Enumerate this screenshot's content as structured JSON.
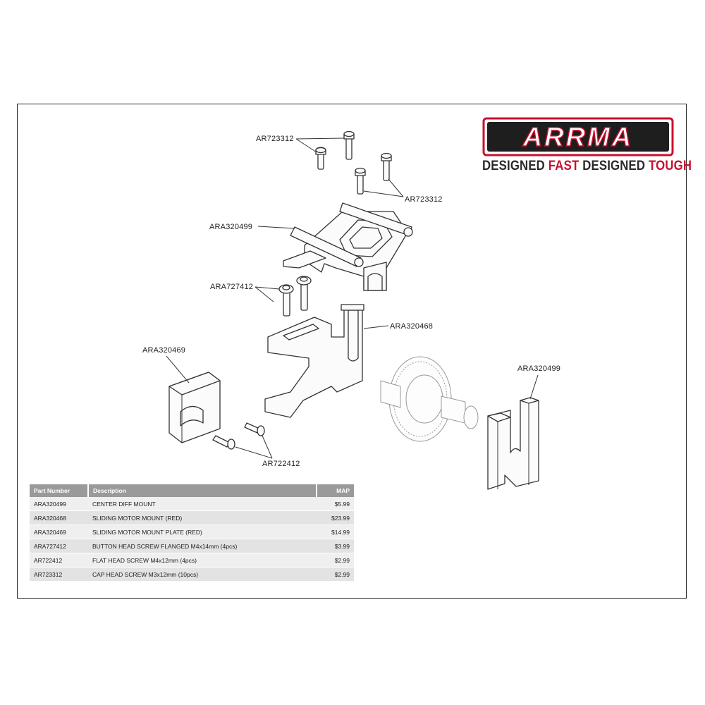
{
  "brand": {
    "logo_text": "ARRMA",
    "tagline": [
      "DESIGNED",
      "FAST",
      "DESIGNED",
      "TOUGH"
    ],
    "colors": {
      "red": "#c8102e",
      "dark": "#2a2a2a"
    }
  },
  "callouts": {
    "screws_cap_top": "AR723312",
    "screws_cap_right": "AR723312",
    "center_diff_mount_top": "ARA320499",
    "button_screws": "ARA727412",
    "sliding_motor_mount": "ARA320468",
    "mount_plate": "ARA320469",
    "flat_screws": "AR722412",
    "center_diff_mount_right": "ARA320499"
  },
  "table": {
    "headers": [
      "Part Number",
      "Description",
      "MAP"
    ],
    "rows": [
      {
        "part": "ARA320499",
        "desc": "CENTER DIFF MOUNT",
        "map": "$5.99"
      },
      {
        "part": "ARA320468",
        "desc": "SLIDING MOTOR MOUNT (RED)",
        "map": "$23.99"
      },
      {
        "part": "ARA320469",
        "desc": "SLIDING MOTOR MOUNT PLATE (RED)",
        "map": "$14.99"
      },
      {
        "part": "ARA727412",
        "desc": "BUTTON HEAD SCREW FLANGED M4x14mm (4pcs)",
        "map": "$3.99"
      },
      {
        "part": "AR722412",
        "desc": "FLAT HEAD SCREW M4x12mm (4pcs)",
        "map": "$2.99"
      },
      {
        "part": "AR723312",
        "desc": "CAP HEAD SCREW M3x12mm (10pcs)",
        "map": "$2.99"
      }
    ]
  }
}
